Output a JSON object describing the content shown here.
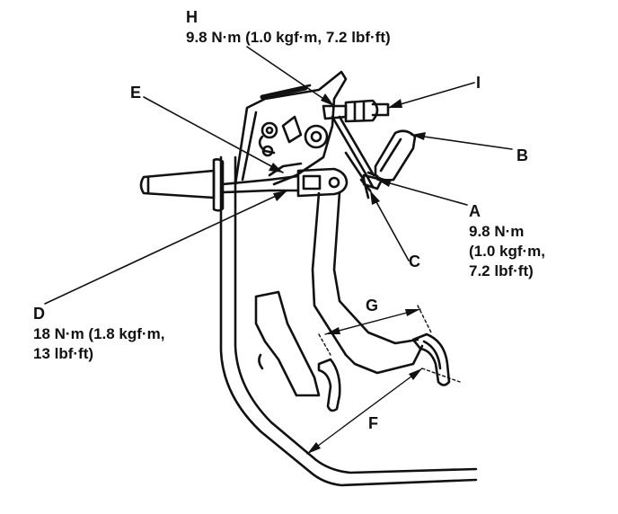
{
  "colors": {
    "ink": "#111111",
    "paper": "#ffffff"
  },
  "callouts": {
    "H": {
      "letter": "H",
      "torque": "9.8 N·m (1.0 kgf·m, 7.2 lbf·ft)"
    },
    "I": {
      "letter": "I"
    },
    "B": {
      "letter": "B"
    },
    "E": {
      "letter": "E"
    },
    "A": {
      "letter": "A",
      "torque_1": "9.8 N·m",
      "torque_2": "(1.0 kgf·m,",
      "torque_3": "7.2 lbf·ft)"
    },
    "C": {
      "letter": "C"
    },
    "D": {
      "letter": "D",
      "torque_1": "18 N·m (1.8 kgf·m,",
      "torque_2": "13 lbf·ft)"
    },
    "G": {
      "letter": "G"
    },
    "F": {
      "letter": "F"
    }
  }
}
